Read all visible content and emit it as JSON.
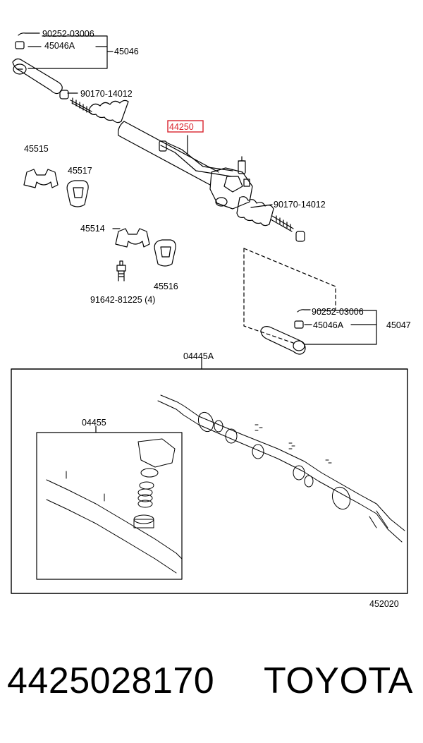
{
  "labels": {
    "clip_top": "90252-03006",
    "nut_top": "45046A",
    "tie_end_left": "45046",
    "boot_clamp_left": "90170-14012",
    "rack_assy": "44250",
    "bracket_a": "45515",
    "grommet_a": "45517",
    "bracket_b": "45514",
    "grommet_b": "45516",
    "bolt": "91642-81225 (4)",
    "boot_clamp_right": "90170-14012",
    "clip_bottom": "90252-03006",
    "nut_bottom": "45046A",
    "tie_end_right": "45047",
    "gasket_kit": "04445A",
    "seal_kit": "04455",
    "figure_no": "452020"
  },
  "footer": {
    "part_number": "4425028170",
    "brand": "TOYOTA"
  },
  "colors": {
    "highlight": "#d9232d",
    "line": "#000000"
  }
}
